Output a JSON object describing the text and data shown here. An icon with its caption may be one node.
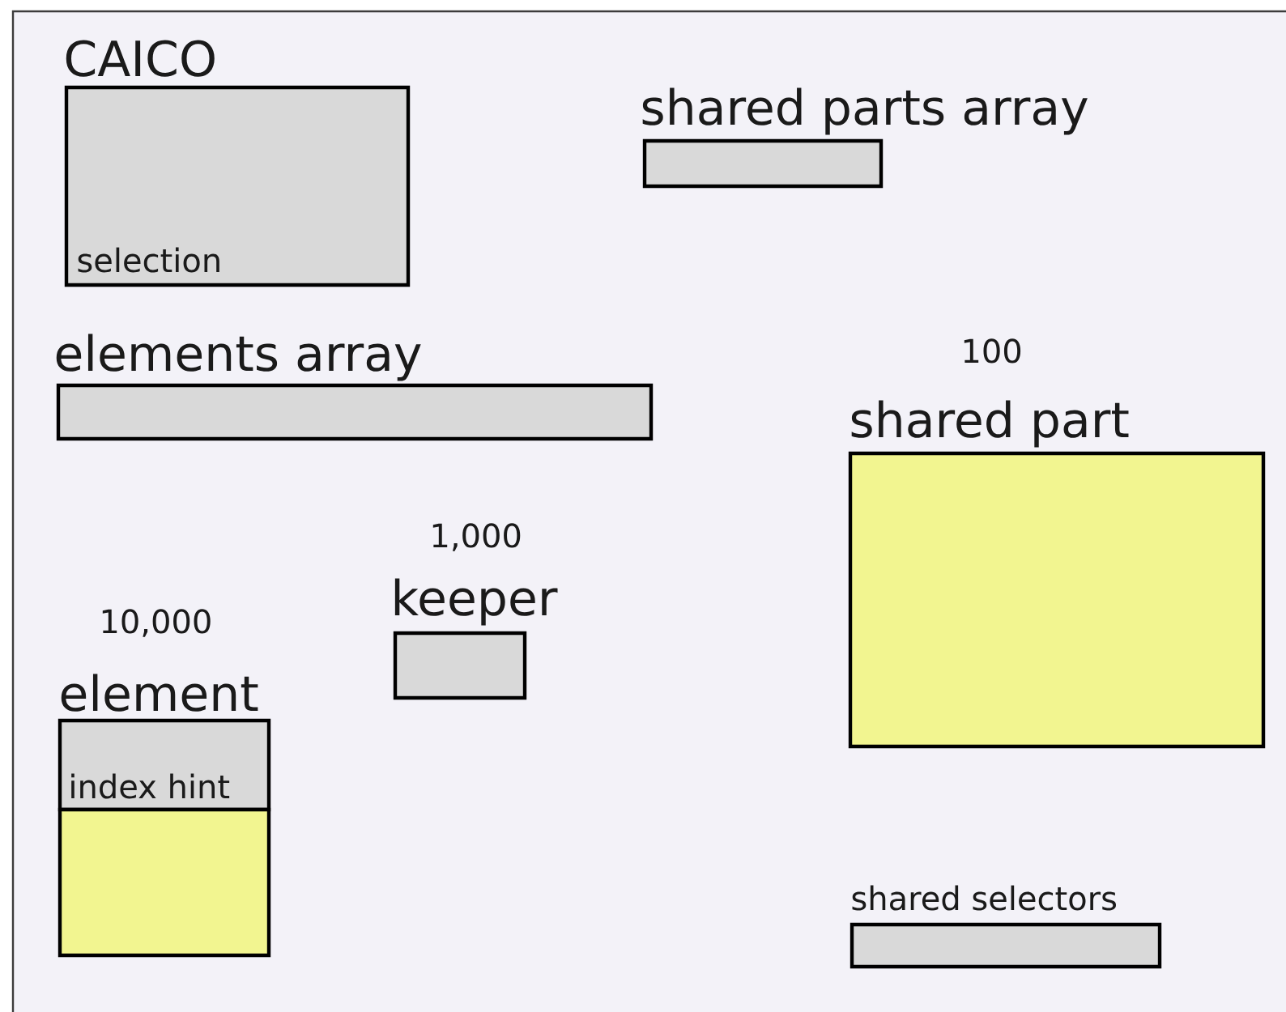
{
  "diagram": {
    "nodes": [
      {
        "text": [
          "CAICO",
          "selection"
        ]
      },
      {
        "text": [
          "shared parts array"
        ]
      },
      {
        "text": [
          "elements array"
        ]
      },
      {
        "text": [
          "shared part"
        ],
        "beside": [
          "100"
        ]
      },
      {
        "text": [
          "keeper"
        ],
        "beside": [
          "1,000"
        ]
      },
      {
        "text": [
          "element",
          "index hint"
        ],
        "beside": [
          "10,000"
        ]
      },
      {
        "text": [],
        "shape": "box"
      },
      {
        "text": [
          "shared selectors"
        ]
      }
    ],
    "edges": []
  }
}
